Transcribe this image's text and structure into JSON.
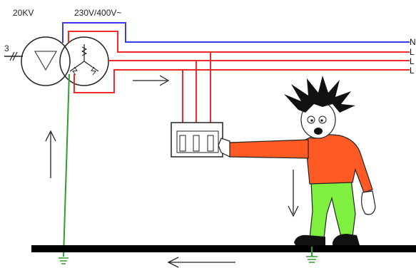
{
  "labels": {
    "primary_voltage": "20KV",
    "secondary_voltage": "230V/400V~",
    "phase_count": "3",
    "line_n": "N",
    "line_l1": "L",
    "line_l2": "L",
    "line_l3": "L"
  },
  "colors": {
    "neutral": "#3a3af0",
    "phase": "#ee2a2a",
    "earth": "#2e9e2e",
    "ground": "#000000",
    "shirt": "#ff5a24",
    "pants": "#80f040",
    "hair": "#111111"
  },
  "icons": [
    "transformer-symbol",
    "socket-outlet",
    "earth-symbol",
    "current-arrow"
  ]
}
